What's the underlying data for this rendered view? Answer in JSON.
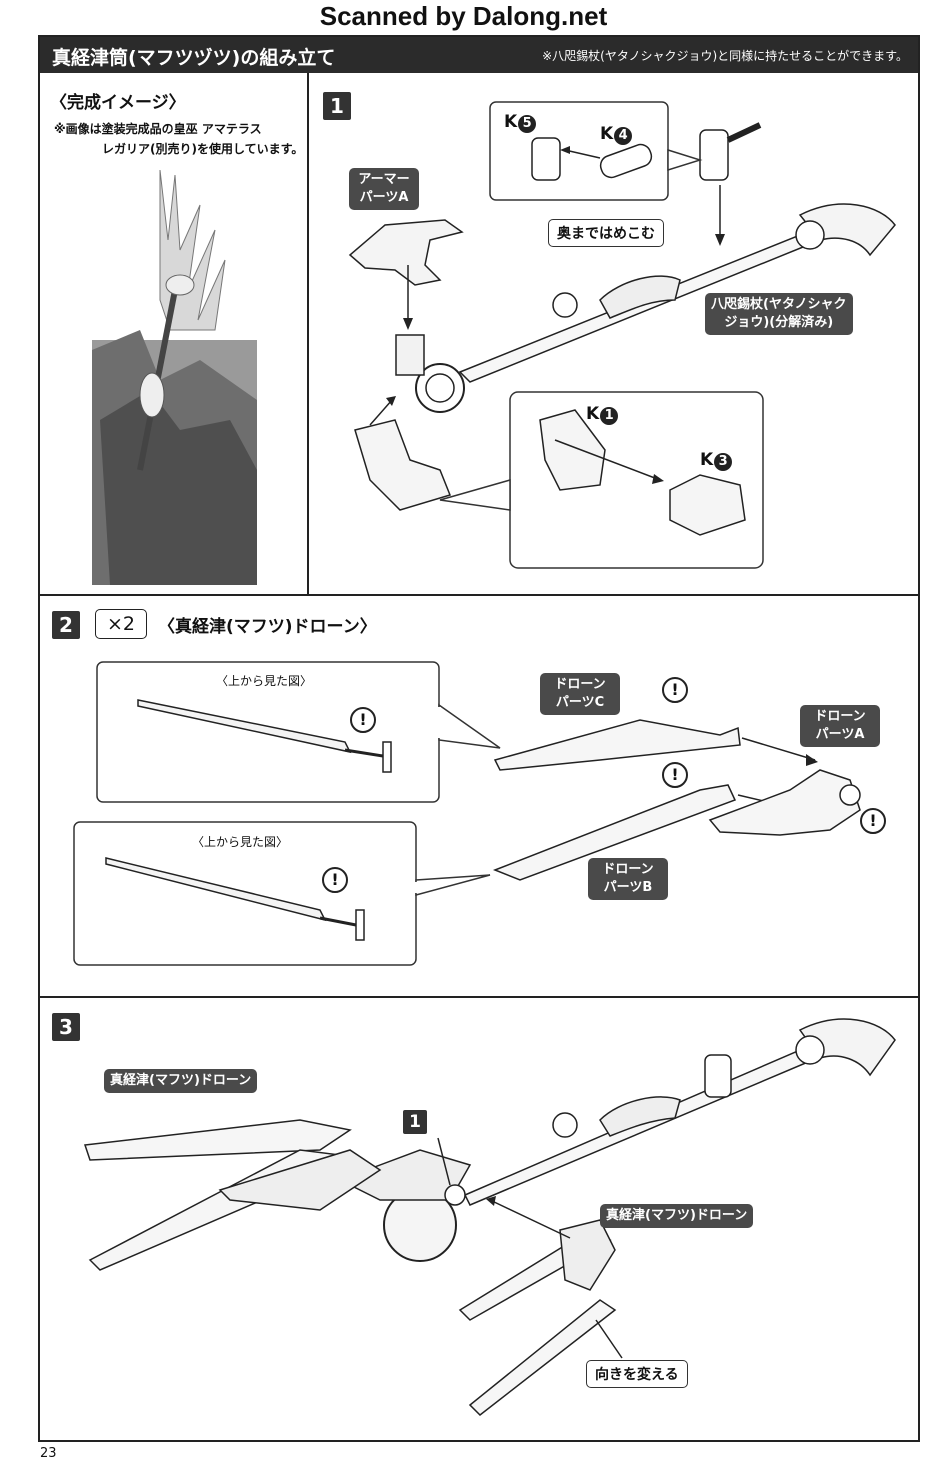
{
  "watermark": "Scanned by Dalong.net",
  "header": {
    "title": "真経津筒(マフツヅツ)の組み立て",
    "note": "※八咫錫杖(ヤタノシャクジョウ)と同様に持たせることができます。"
  },
  "image_panel": {
    "heading": "〈完成イメージ〉",
    "note_line1": "※画像は塗装完成品の皇巫 アマテラス",
    "note_line2": "レガリア(別売り)を使用しています。"
  },
  "step1": {
    "number": "1",
    "armor_tag_l1": "アーマー",
    "armor_tag_l2": "パーツA",
    "push_label": "奥まではめこむ",
    "staff_tag_l1": "八咫錫杖(ヤタノシャク",
    "staff_tag_l2": "ジョウ)(分解済み)",
    "k5": "K",
    "k5n": "5",
    "k4": "K",
    "k4n": "4",
    "k1": "K",
    "k1n": "1",
    "k3": "K",
    "k3n": "3"
  },
  "step2": {
    "number": "2",
    "multiplier": "×2",
    "title": "〈真経津(マフツ)ドローン〉",
    "top_view_1": "〈上から見た図〉",
    "top_view_2": "〈上から見た図〉",
    "drone_c_l1": "ドローン",
    "drone_c_l2": "パーツC",
    "drone_a_l1": "ドローン",
    "drone_a_l2": "パーツA",
    "drone_b_l1": "ドローン",
    "drone_b_l2": "パーツB",
    "excl": "!"
  },
  "step3": {
    "number": "3",
    "ref_step": "1",
    "drone_tag_left": "真経津(マフツ)ドローン",
    "drone_tag_right": "真経津(マフツ)ドローン",
    "rotate_label": "向きを変える"
  },
  "page_number": "23"
}
